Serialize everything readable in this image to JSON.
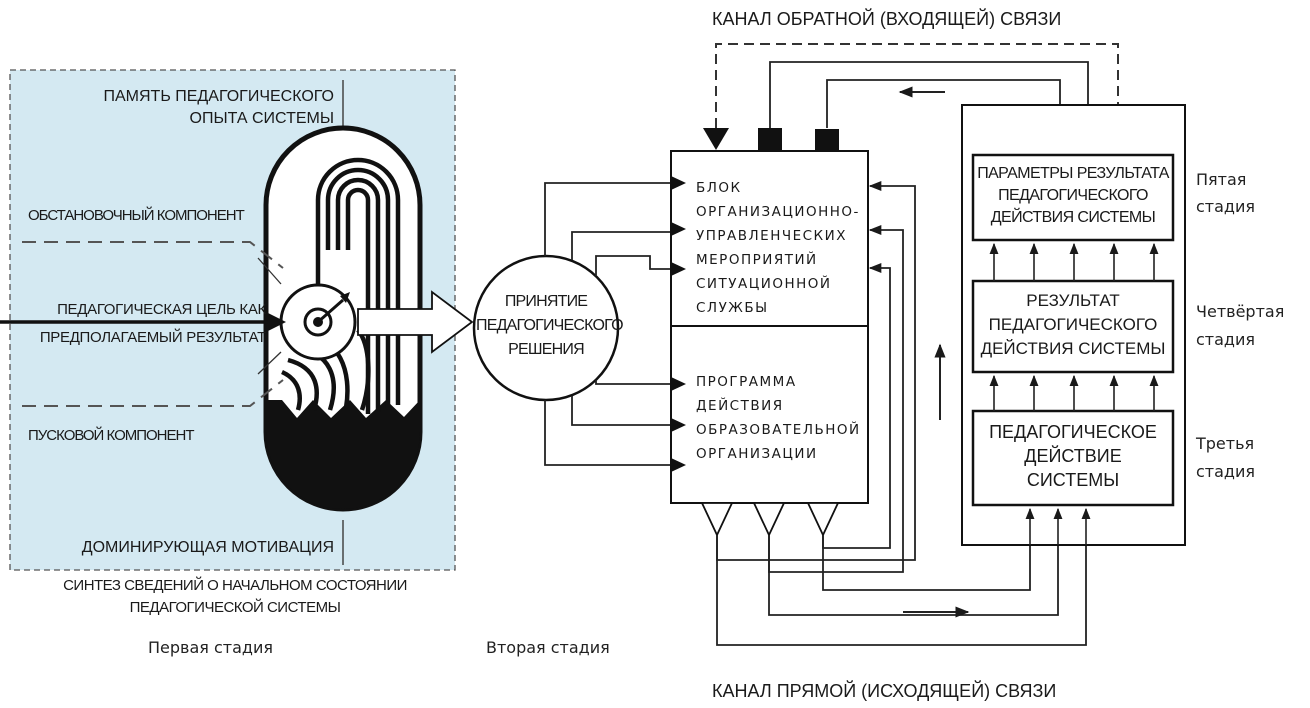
{
  "channels": {
    "feedback": "КАНАЛ ОБРАТНОЙ (ВХОДЯЩЕЙ) СВЯЗИ",
    "direct": "КАНАЛ ПРЯМОЙ (ИСХОДЯЩЕЙ) СВЯЗИ"
  },
  "stage1": {
    "memory_line1": "ПАМЯТЬ ПЕДАГОГИЧЕСКОГО",
    "memory_line2": "ОПЫТА СИСТЕМЫ",
    "situational": "ОБСТАНОВОЧНЫЙ КОМПОНЕНТ",
    "goal_line1": "ПЕДАГОГИЧЕСКАЯ ЦЕЛЬ КАК",
    "goal_line2": "ПРЕДПОЛАГАЕМЫЙ РЕЗУЛЬТАТ",
    "trigger": "ПУСКОВОЙ КОМПОНЕНТ",
    "motivation": "ДОМИНИРУЮЩАЯ МОТИВАЦИЯ",
    "synthesis_line1": "СИНТЕЗ СВЕДЕНИЙ О НАЧАЛЬНОМ СОСТОЯНИИ",
    "synthesis_line2": "ПЕДАГОГИЧЕСКОЙ СИСТЕМЫ",
    "stage_label": "Первая стадия"
  },
  "stage2": {
    "decision": "ПРИНЯТИЕ\nПЕДАГОГИЧЕСКОГО\nРЕШЕНИЯ",
    "stage_label": "Вторая стадия"
  },
  "center_block": {
    "upper": "БЛОК\nОРГАНИЗАЦИОННО-\nУПРАВЛЕНЧЕСКИХ\nМЕРОПРИЯТИЙ\nСИТУАЦИОННОЙ\nСЛУЖБЫ",
    "lower": "ПРОГРАММА\nДЕЙСТВИЯ\nОБРАЗОВАТЕЛЬНОЙ\nОРГАНИЗАЦИИ"
  },
  "right_boxes": {
    "params": "ПАРАМЕТРЫ РЕЗУЛЬТАТА\nПЕДАГОГИЧЕСКОГО\nДЕЙСТВИЯ СИСТЕМЫ",
    "result": "РЕЗУЛЬТАТ\nПЕДАГОГИЧЕСКОГО\nДЕЙСТВИЯ СИСТЕМЫ",
    "action": "ПЕДАГОГИЧЕСКОЕ\nДЕЙСТВИЕ\nСИСТЕМЫ"
  },
  "stage_labels": {
    "fifth": "Пятая\nстадия",
    "fourth": "Четвёртая\nстадия",
    "third": "Третья\nстадия"
  },
  "colors": {
    "panel_fill": "#d4e9f2",
    "line": "#1a1a1a"
  }
}
